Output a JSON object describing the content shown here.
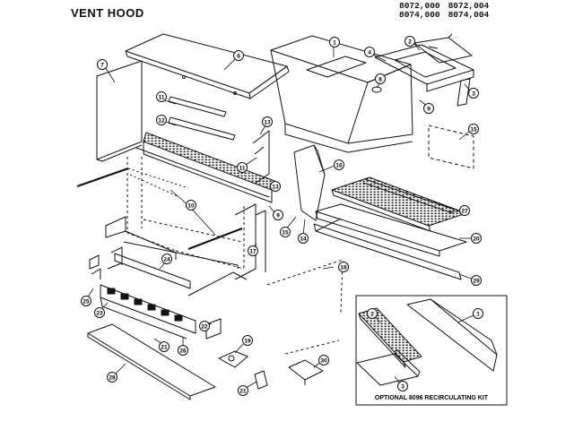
{
  "header": {
    "title": "VENT HOOD",
    "model_numbers": [
      [
        "8072,000",
        "8072,004"
      ],
      [
        "8074,000",
        "8074,004"
      ]
    ]
  },
  "callouts": {
    "top_cover": "6",
    "side_panel": "7",
    "hood_body": "1",
    "filter_frame": "4",
    "damper": "2",
    "damper_spring": "3",
    "knob": "8",
    "hood_screw": "9",
    "bracket_upper": "11",
    "bracket_lower": "12",
    "clip_a": "13",
    "clip_b": "11",
    "rail": "13",
    "rail_end": "9",
    "rear_rod": "10",
    "baffle": "16",
    "baffle_screw": "15",
    "baffle_clip": "14",
    "duct_plate": "15",
    "grille": "18",
    "seal": "27",
    "filter": "20",
    "filter_tray": "29",
    "front_frame": "17",
    "lower_rail": "24",
    "lamp_holder": "25",
    "switch_assembly": "23",
    "switch_plate": "26",
    "switch_screw": "21",
    "relay": "22",
    "bottom_trim": "28",
    "fan_motor": "19",
    "fan_screw": "21",
    "blower": "30",
    "kit_body": "1",
    "kit_filter": "2",
    "kit_plate": "3"
  },
  "kit_caption": "OPTIONAL 8096 RECIRCULATING KIT"
}
